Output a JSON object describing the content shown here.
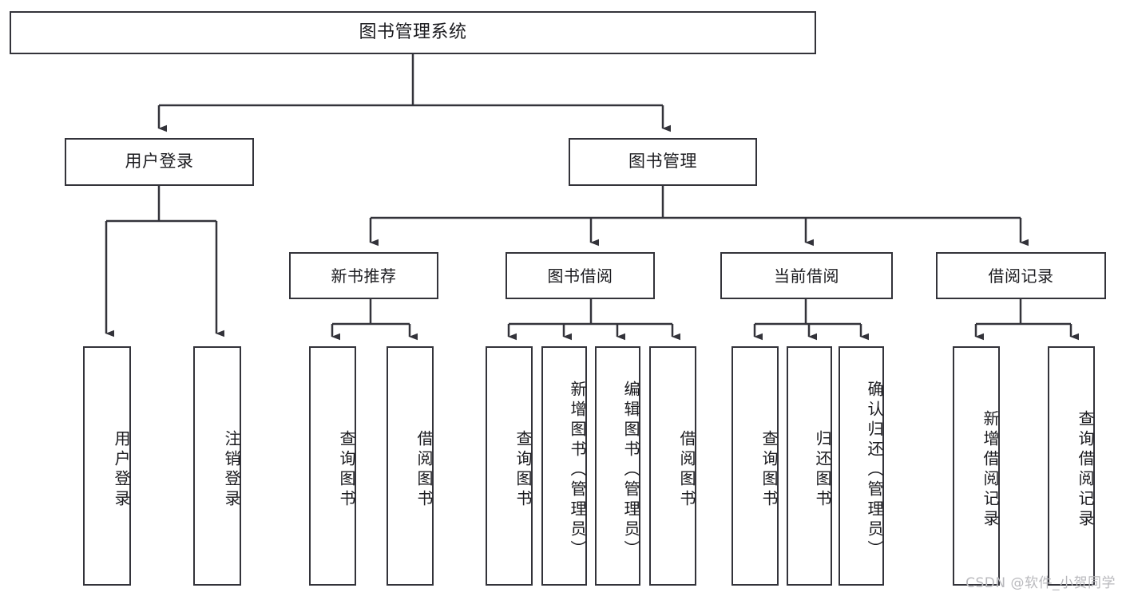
{
  "diagram": {
    "title": "图书管理系统",
    "type": "hierarchy-tree",
    "watermark": "CSDN @软件_小贺同学",
    "colors": {
      "stroke": "#33333a",
      "fill": "#ffffff",
      "text": "#1b1b1f",
      "watermark": "#b9b9bd"
    },
    "levels": {
      "root": {
        "label": "图书管理系统"
      },
      "level2": [
        {
          "label": "用户登录"
        },
        {
          "label": "图书管理"
        }
      ],
      "level3": [
        {
          "label": "新书推荐"
        },
        {
          "label": "图书借阅"
        },
        {
          "label": "当前借阅"
        },
        {
          "label": "借阅记录"
        }
      ],
      "leaves": {
        "user_login": [
          {
            "label": "用户登录"
          },
          {
            "label": "注销登录"
          }
        ],
        "new_book_recommend": [
          {
            "label": "查询图书"
          },
          {
            "label": "借阅图书"
          }
        ],
        "book_borrow": [
          {
            "label": "查询图书"
          },
          {
            "label": "新增图书（管理员）"
          },
          {
            "label": "编辑图书（管理员）"
          },
          {
            "label": "借阅图书"
          }
        ],
        "current_borrow": [
          {
            "label": "查询图书"
          },
          {
            "label": "归还图书"
          },
          {
            "label": "确认归还（管理员）"
          }
        ],
        "borrow_record": [
          {
            "label": "新增借阅记录"
          },
          {
            "label": "查询借阅记录"
          }
        ]
      }
    }
  }
}
